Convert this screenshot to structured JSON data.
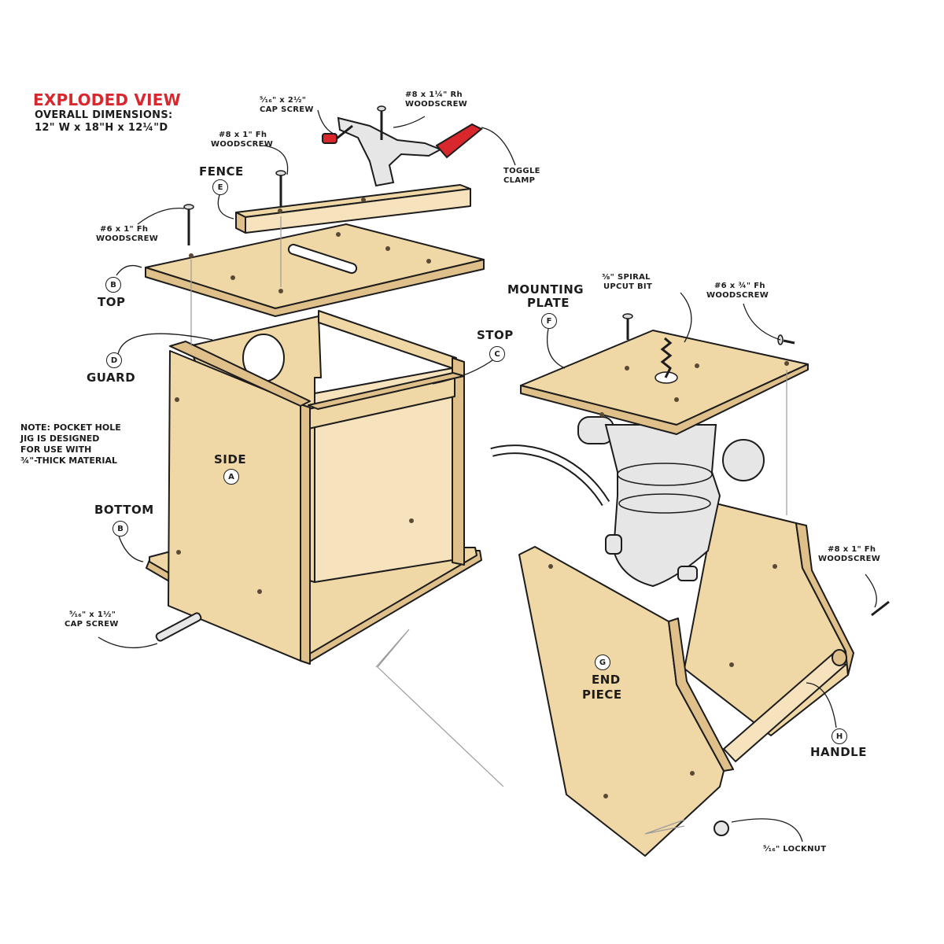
{
  "title": "EXPLODED VIEW",
  "dimensions": {
    "heading": "OVERALL DIMENSIONS:",
    "value": "12\" W x 18\"H x 12¼\"D"
  },
  "note": {
    "prefix": "NOTE:",
    "line1": " POCKET HOLE",
    "line2": "JIG IS DESIGNED",
    "line3": "FOR USE WITH",
    "line4": "¾\"-THICK MATERIAL"
  },
  "parts": {
    "side": {
      "name": "SIDE",
      "key": "A"
    },
    "bottom": {
      "name": "BOTTOM",
      "key": "B"
    },
    "top": {
      "name": "TOP",
      "key": "B"
    },
    "stop": {
      "name": "STOP",
      "key": "C"
    },
    "guard": {
      "name": "GUARD",
      "key": "D"
    },
    "fence": {
      "name": "FENCE",
      "key": "E"
    },
    "mounting_plate": {
      "line1": "MOUNTING",
      "line2": "PLATE",
      "key": "F"
    },
    "end_piece": {
      "line1": "END",
      "line2": "PIECE",
      "key": "G"
    },
    "handle": {
      "name": "HANDLE",
      "key": "H"
    }
  },
  "hardware": {
    "cap_screw_top": {
      "line1": "⁵⁄₁₆\" x 2½\"",
      "line2": "CAP SCREW"
    },
    "woodscrew_8_1_25": {
      "line1": "#8 x 1¼\" Rh",
      "line2": "WOODSCREW"
    },
    "toggle_clamp": {
      "line1": "TOGGLE",
      "line2": "CLAMP"
    },
    "woodscrew_8_1_fence": {
      "line1": "#8 x 1\" Fh",
      "line2": "WOODSCREW"
    },
    "woodscrew_6_1": {
      "line1": "#6 x 1\" Fh",
      "line2": "WOODSCREW"
    },
    "spiral_bit": {
      "line1": "⅜\" SPIRAL",
      "line2": "UPCUT BIT"
    },
    "woodscrew_6_34": {
      "line1": "#6 x ¾\" Fh",
      "line2": "WOODSCREW"
    },
    "woodscrew_8_1_end": {
      "line1": "#8 x 1\" Fh",
      "line2": "WOODSCREW"
    },
    "cap_screw_bottom": {
      "line1": "⁵⁄₁₆\" x 1½\"",
      "line2": "CAP SCREW"
    },
    "locknut": {
      "text": "⁵⁄₁₆\" LOCKNUT"
    }
  },
  "colors": {
    "wood": "#f0d7a6",
    "wood_shadow": "#e0c08a",
    "accent": "#d8282e",
    "outline": "#1c1c1c",
    "metal": "#e6e6e6"
  }
}
